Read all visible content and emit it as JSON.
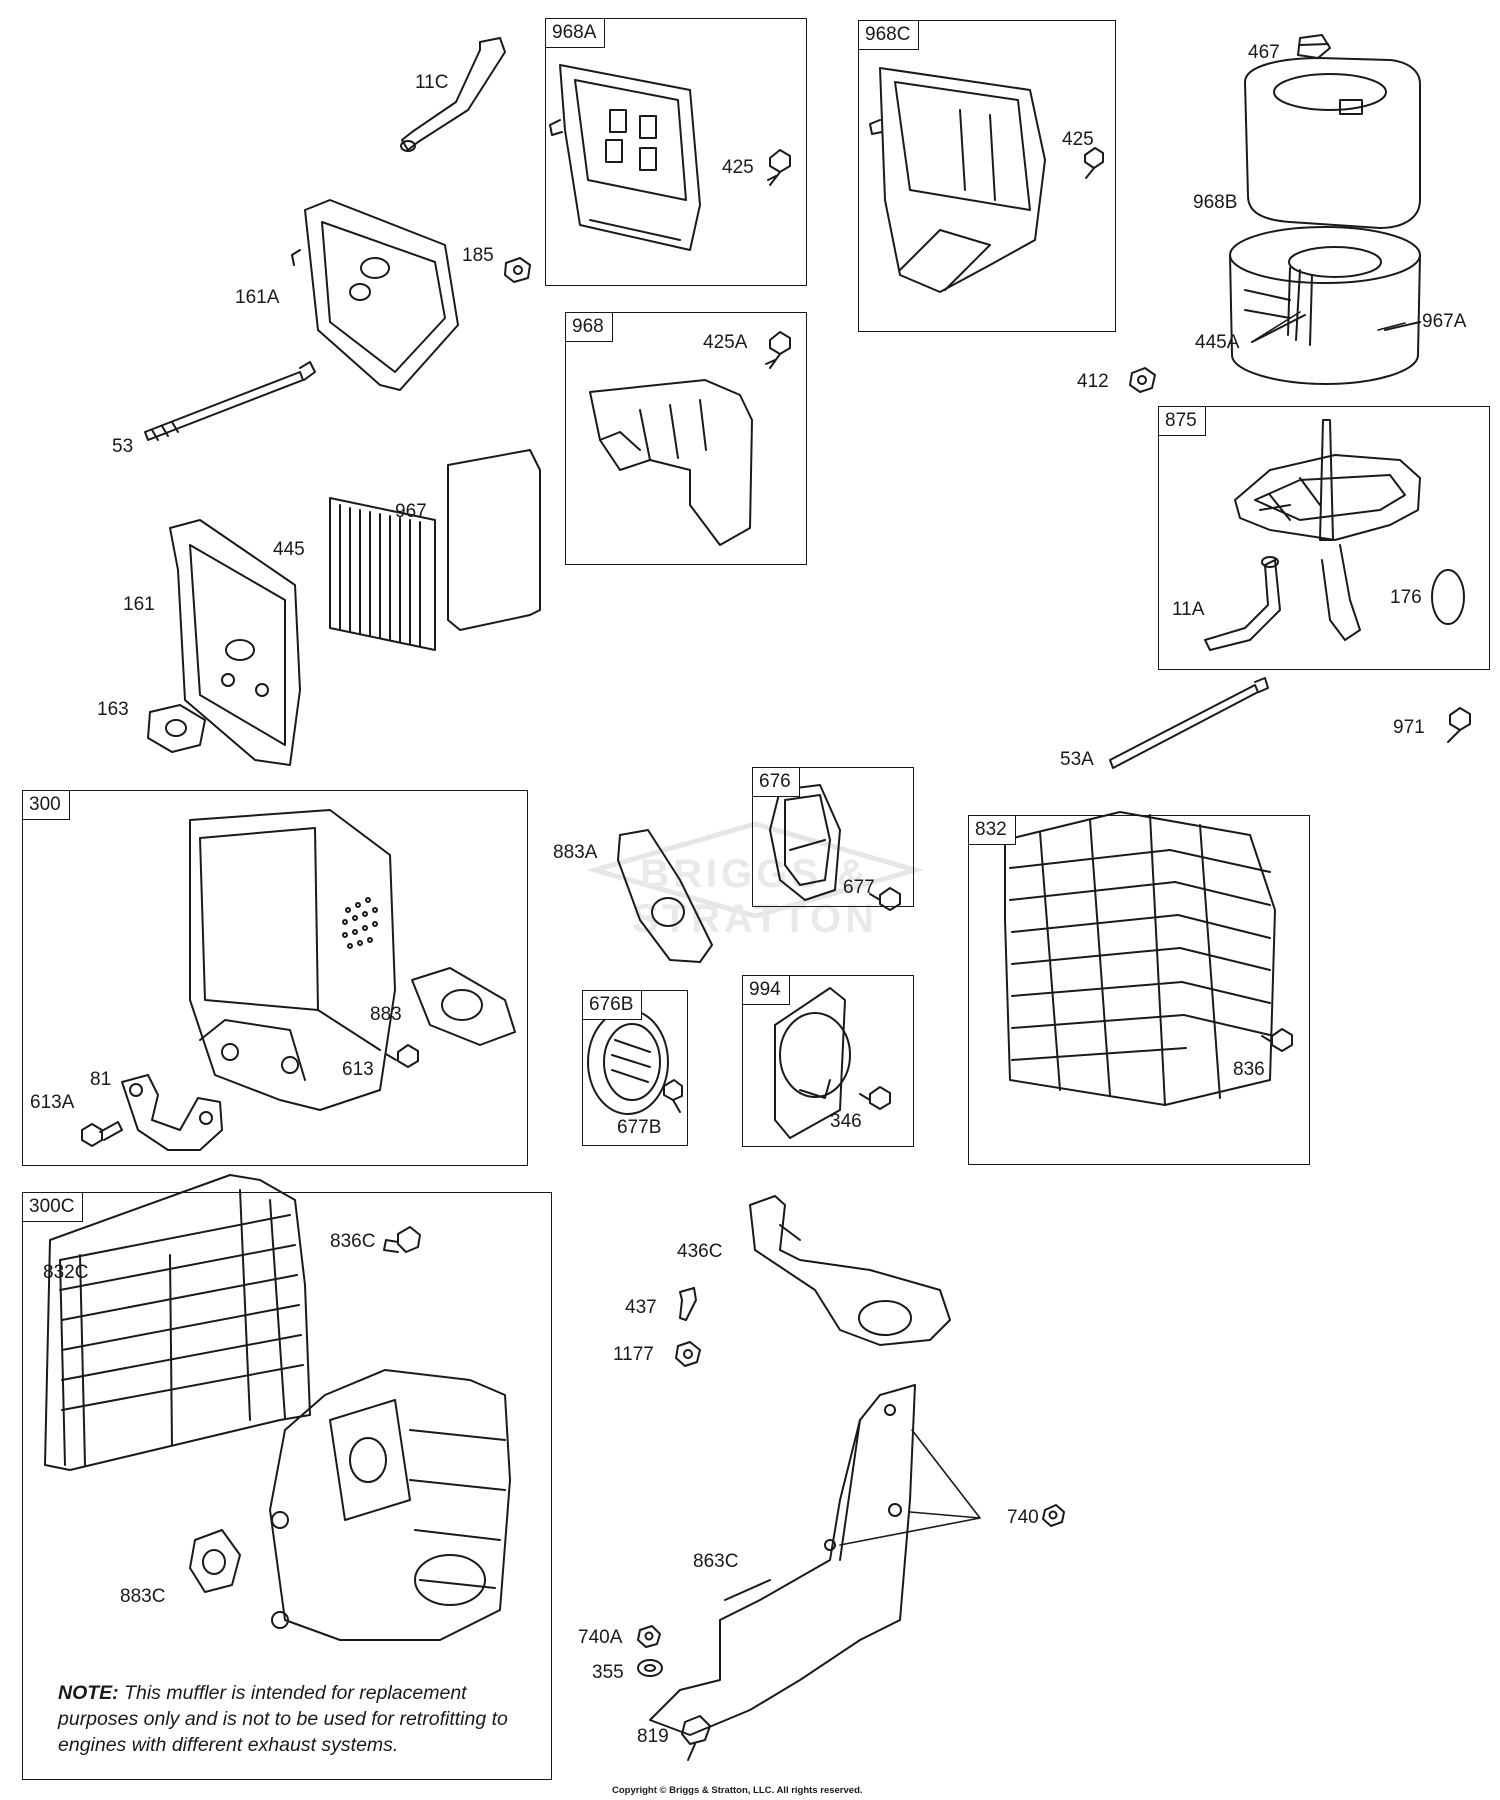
{
  "watermark": "BRIGGS & STRATTON",
  "copyright": "Copyright © Briggs & Stratton, LLC. All rights reserved.",
  "note": {
    "prefix": "NOTE:",
    "text": "This muffler is intended for replacement purposes only and is not to be used for retrofitting to engines with different exhaust systems."
  },
  "boxes": [
    {
      "id": "box-968a",
      "tag": "968A"
    },
    {
      "id": "box-968c",
      "tag": "968C"
    },
    {
      "id": "box-968",
      "tag": "968"
    },
    {
      "id": "box-875",
      "tag": "875"
    },
    {
      "id": "box-300",
      "tag": "300"
    },
    {
      "id": "box-676",
      "tag": "676"
    },
    {
      "id": "box-832",
      "tag": "832"
    },
    {
      "id": "box-676b",
      "tag": "676B"
    },
    {
      "id": "box-994",
      "tag": "994"
    },
    {
      "id": "box-300c",
      "tag": "300C"
    }
  ],
  "labels": [
    "11C",
    "467",
    "425",
    "425",
    "968B",
    "185",
    "161A",
    "425A",
    "445A",
    "967A",
    "412",
    "53",
    "967",
    "445",
    "161",
    "11A",
    "176",
    "163",
    "971",
    "53A",
    "883A",
    "677",
    "883",
    "613",
    "81",
    "613A",
    "836",
    "677B",
    "346",
    "836C",
    "832C",
    "436C",
    "437",
    "1177",
    "740",
    "863C",
    "883C",
    "740A",
    "355",
    "819"
  ]
}
